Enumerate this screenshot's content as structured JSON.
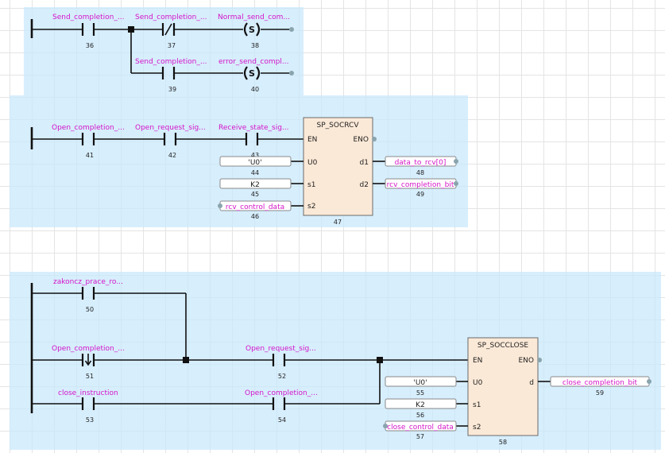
{
  "rungs": [
    {
      "contacts": [
        {
          "label": "Send_completion_...",
          "num": "36"
        },
        {
          "label": "Send_completion_...",
          "num": "37"
        },
        {
          "label": "Send_completion_...",
          "num": "39"
        }
      ],
      "coils": [
        {
          "label": "Normal_send_com...",
          "num": "38",
          "symbol": "S"
        },
        {
          "label": "error_send_compl...",
          "num": "40",
          "symbol": "S"
        }
      ]
    },
    {
      "contacts": [
        {
          "label": "Open_completion_...",
          "num": "41"
        },
        {
          "label": "Open_request_sig...",
          "num": "42"
        },
        {
          "label": "Receive_state_sig...",
          "num": "43"
        }
      ],
      "block": {
        "name": "SP_SOCRCV",
        "num": "47",
        "pins_left": [
          "EN",
          "U0",
          "s1",
          "s2"
        ],
        "pins_right": [
          "ENO",
          "d1",
          "d2"
        ],
        "inputs": [
          {
            "value": "'U0'",
            "num": "44"
          },
          {
            "value": "K2",
            "num": "45"
          },
          {
            "value": "rcv_control_data",
            "num": "46"
          }
        ],
        "outputs": [
          {
            "value": "data_to_rcv[0]",
            "num": "48"
          },
          {
            "value": "rcv_completion_bit",
            "num": "49"
          }
        ]
      }
    },
    {
      "contacts": [
        {
          "label": "zakoncz_prace_ro...",
          "num": "50"
        },
        {
          "label": "Open_completion_...",
          "num": "51"
        },
        {
          "label": "Open_request_sig...",
          "num": "52"
        },
        {
          "label": "close_instruction",
          "num": "53"
        },
        {
          "label": "Open_completion_...",
          "num": "54"
        }
      ],
      "block": {
        "name": "SP_SOCCLOSE",
        "num": "58",
        "pins_left": [
          "EN",
          "U0",
          "s1",
          "s2"
        ],
        "pins_right": [
          "ENO",
          "d"
        ],
        "inputs": [
          {
            "value": "'U0'",
            "num": "55"
          },
          {
            "value": "K2",
            "num": "56"
          },
          {
            "value": "close_control_data",
            "num": "57"
          }
        ],
        "outputs": [
          {
            "value": "close_completion_bit",
            "num": "59"
          }
        ]
      }
    }
  ],
  "colors": {
    "label": "#d414c8",
    "zone": "#c8e8fc",
    "block_fill": "#fbe9d7",
    "wire": "#111111"
  }
}
